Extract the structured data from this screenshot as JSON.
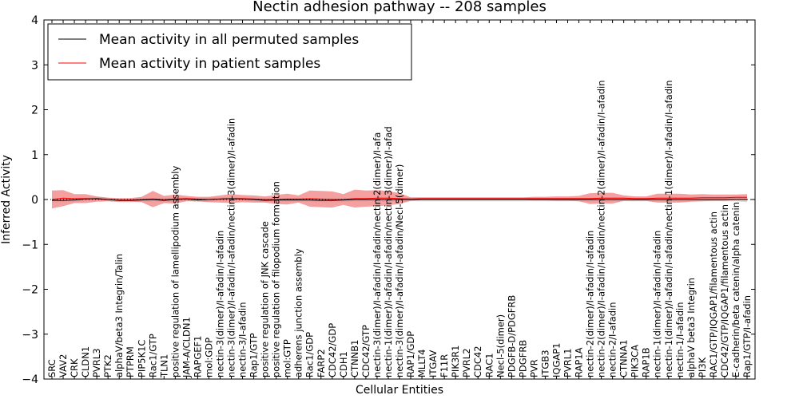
{
  "chart_data": {
    "type": "line",
    "title": "Nectin adhesion pathway -- 208 samples",
    "xlabel": "Cellular Entities",
    "ylabel": "Inferred Activity",
    "ylim": [
      -4,
      4
    ],
    "yticks": [
      -4,
      -3,
      -2,
      -1,
      0,
      1,
      2,
      3,
      4
    ],
    "grid": false,
    "legend": {
      "placement": "top-left",
      "entries": [
        {
          "label": "Mean activity in all permuted samples",
          "color": "#000000"
        },
        {
          "label": "Mean activity in patient samples",
          "color": "#ff0000"
        }
      ]
    },
    "categories": [
      "SRC",
      "VAV2",
      "CRK",
      "CLDN1",
      "PVRL3",
      "PTK2",
      "alphaV/beta3 Integrin/Talin",
      "PTPRM",
      "PIP5K1C",
      "Rac1/GTP",
      "TLN1",
      "positive regulation of lamellipodium assembly",
      "JAM-A/CLDN1",
      "RAPGEF1",
      "mol:GDP",
      "nectin-3(dimer)/I-afadin/I-afadin",
      "nectin-3(dimer)/I-afadin/I-afadin/nectin-3(dimer)/I-afadin",
      "nectin-3/I-afadin",
      "Rap1/GTP",
      "positive regulation of JNK cascade",
      "positive regulation of filopodium formation",
      "mol:GTP",
      "adherens junction assembly",
      "Rac1/GDP",
      "FARP2",
      "CDC42/GDP",
      "CDH1",
      "CTNNB1",
      "CDC42/GTP",
      "nectin-3(dimer)/I-afadin/I-afadin/nectin-2(dimer)/I-afa",
      "nectin-1(dimer)/I-afadin/I-afadin/nectin-3(dimer)/I-afad",
      "nectin-3(dimer)/I-afadin/I-afadin/Necl-5(dimer)",
      "RAP1/GDP",
      "MLLT4",
      "ITGAV",
      "F11R",
      "PIK3R1",
      "PVRL2",
      "CDC42",
      "RAC1",
      "Necl-5(dimer)",
      "PDGFB-D/PDGFRB",
      "PDGFRB",
      "PVR",
      "ITGB3",
      "IQGAP1",
      "PVRL1",
      "RAP1A",
      "nectin-2(dimer)/I-afadin/I-afadin",
      "nectin-2(dimer)/I-afadin/I-afadin/nectin-2(dimer)/I-afadin/I-afadin",
      "nectin-2/I-afadin",
      "CTNNA1",
      "PIK3CA",
      "RAP1B",
      "nectin-1(dimer)/I-afadin/I-afadin",
      "nectin-1(dimer)/I-afadin/I-afadin/nectin-1(dimer)/I-afadin/I-afadin",
      "nectin-1/I-afadin",
      "alphaV beta3 Integrin",
      "PI3K",
      "RAC1/GTP/IQGAP1/filamentous actin",
      "CDC42/GTP/IQGAP1/filamentous actin",
      "E-cadherin/beta catenin/alpha catenin",
      "Rap1/GTP/I-afadin"
    ],
    "series": [
      {
        "name": "Mean activity in all permuted samples",
        "color": "#000000",
        "values": [
          -0.02,
          -0.02,
          -0.01,
          0.01,
          0.02,
          0.0,
          -0.02,
          -0.02,
          -0.01,
          0.0,
          -0.02,
          0.0,
          0.01,
          -0.01,
          0.0,
          0.01,
          0.02,
          0.01,
          0.0,
          -0.02,
          -0.01,
          -0.01,
          -0.01,
          -0.01,
          -0.02,
          -0.02,
          -0.01,
          0.0,
          0.0,
          0.0,
          0.0,
          0.0,
          0.0,
          0.0,
          0.0,
          0.0,
          0.0,
          0.0,
          0.0,
          0.0,
          0.0,
          0.0,
          0.0,
          0.0,
          0.0,
          0.0,
          0.0,
          0.0,
          0.0,
          0.0,
          0.0,
          0.0,
          0.0,
          0.0,
          0.0,
          0.0,
          0.0,
          0.0,
          0.0,
          0.0,
          0.0,
          0.0,
          0.0
        ],
        "spread": [
          0.04,
          0.04,
          0.04,
          0.04,
          0.04,
          0.04,
          0.04,
          0.04,
          0.04,
          0.04,
          0.04,
          0.04,
          0.04,
          0.04,
          0.04,
          0.04,
          0.04,
          0.04,
          0.04,
          0.04,
          0.04,
          0.04,
          0.04,
          0.04,
          0.04,
          0.04,
          0.04,
          0.04,
          0.04,
          0.04,
          0.04,
          0.04,
          0.04,
          0.04,
          0.04,
          0.04,
          0.04,
          0.04,
          0.04,
          0.04,
          0.04,
          0.04,
          0.04,
          0.04,
          0.04,
          0.04,
          0.04,
          0.04,
          0.04,
          0.04,
          0.04,
          0.04,
          0.04,
          0.04,
          0.04,
          0.04,
          0.04,
          0.04,
          0.04,
          0.04,
          0.04,
          0.04,
          0.06
        ]
      },
      {
        "name": "Mean activity in patient samples",
        "color": "#ff0000",
        "values": [
          0.0,
          0.03,
          0.02,
          0.02,
          0.01,
          0.0,
          -0.01,
          -0.01,
          0.0,
          0.01,
          0.0,
          0.01,
          0.02,
          0.01,
          0.0,
          0.01,
          0.02,
          0.02,
          0.01,
          0.0,
          0.0,
          0.01,
          0.01,
          0.02,
          0.01,
          0.0,
          0.0,
          0.02,
          0.02,
          0.03,
          0.03,
          0.02,
          0.01,
          0.02,
          0.02,
          0.02,
          0.02,
          0.02,
          0.02,
          0.02,
          0.02,
          0.02,
          0.02,
          0.02,
          0.02,
          0.02,
          0.02,
          0.02,
          0.02,
          0.03,
          0.03,
          0.03,
          0.02,
          0.02,
          0.03,
          0.03,
          0.03,
          0.03,
          0.04,
          0.04,
          0.04,
          0.05,
          0.05
        ],
        "spread": [
          0.2,
          0.18,
          0.1,
          0.1,
          0.06,
          0.04,
          0.04,
          0.04,
          0.06,
          0.18,
          0.08,
          0.1,
          0.06,
          0.05,
          0.06,
          0.08,
          0.1,
          0.08,
          0.08,
          0.07,
          0.1,
          0.12,
          0.08,
          0.18,
          0.18,
          0.18,
          0.12,
          0.2,
          0.18,
          0.18,
          0.16,
          0.12,
          0.04,
          0.03,
          0.03,
          0.03,
          0.03,
          0.03,
          0.03,
          0.03,
          0.03,
          0.03,
          0.03,
          0.04,
          0.04,
          0.05,
          0.05,
          0.06,
          0.12,
          0.12,
          0.12,
          0.06,
          0.05,
          0.05,
          0.1,
          0.1,
          0.1,
          0.08,
          0.08,
          0.07,
          0.07,
          0.06,
          0.07
        ]
      }
    ]
  }
}
